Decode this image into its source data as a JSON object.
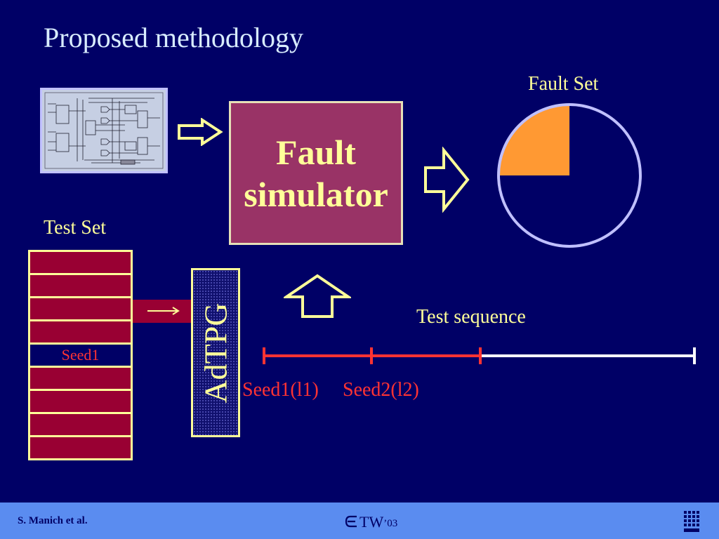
{
  "slide": {
    "title": "Proposed methodology",
    "fault_simulator_label": "Fault\nsimulator",
    "fault_set_label": "Fault Set",
    "test_set_label": "Test Set",
    "test_set_rows": [
      "",
      "",
      "",
      "",
      "Seed1",
      "",
      "",
      "",
      ""
    ],
    "adtpg_label": "AdTPG",
    "test_sequence_label": "Test sequence",
    "seed1_label": "Seed1(l1)",
    "seed2_label": "Seed2(l2)",
    "fault_coverage_fraction": 0.25,
    "footer_author": "S. Manich et al.",
    "footer_conf": "TW",
    "footer_conf_year": "’03"
  },
  "colors": {
    "background": "#000066",
    "accent_yellow": "#ffff99",
    "box_fill": "#993366",
    "row_fill": "#990033",
    "red": "#ff3333",
    "pie_fill": "#ff9933",
    "pie_border": "#c0c0ff",
    "footer": "#5a8cf0"
  },
  "icons": [
    "circuit-schematic",
    "right-arrow",
    "up-arrow",
    "university-logo"
  ]
}
